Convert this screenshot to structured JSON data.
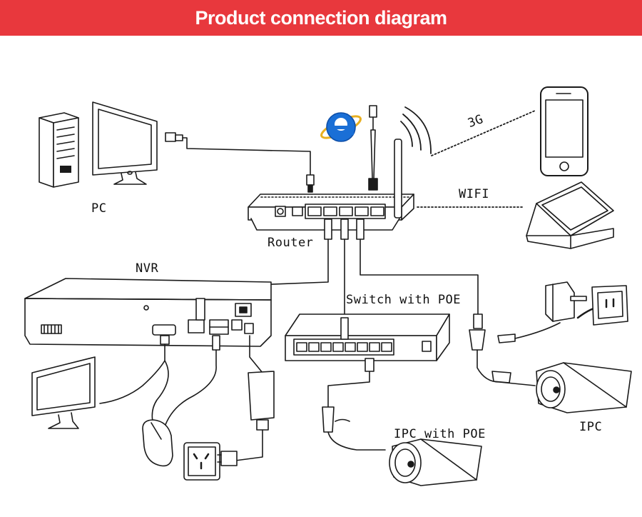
{
  "header": {
    "title": "Product connection diagram"
  },
  "colors": {
    "banner": "#e8383d",
    "line": "#1a1a1a",
    "ie_blue": "#1a6fd6"
  },
  "labels": {
    "pc": "PC",
    "router": "Router",
    "nvr": "NVR",
    "switch": "Switch with POE",
    "ipc_poe": "IPC with POE",
    "ipc": "IPC",
    "wifi": "WIFI",
    "g3": "3G"
  },
  "icons": [
    "computer-tower-icon",
    "monitor-icon",
    "internet-explorer-icon",
    "smartphone-icon",
    "laptop-icon",
    "power-outlet-icon",
    "mouse-icon",
    "camera-icon",
    "power-adapter-icon"
  ]
}
